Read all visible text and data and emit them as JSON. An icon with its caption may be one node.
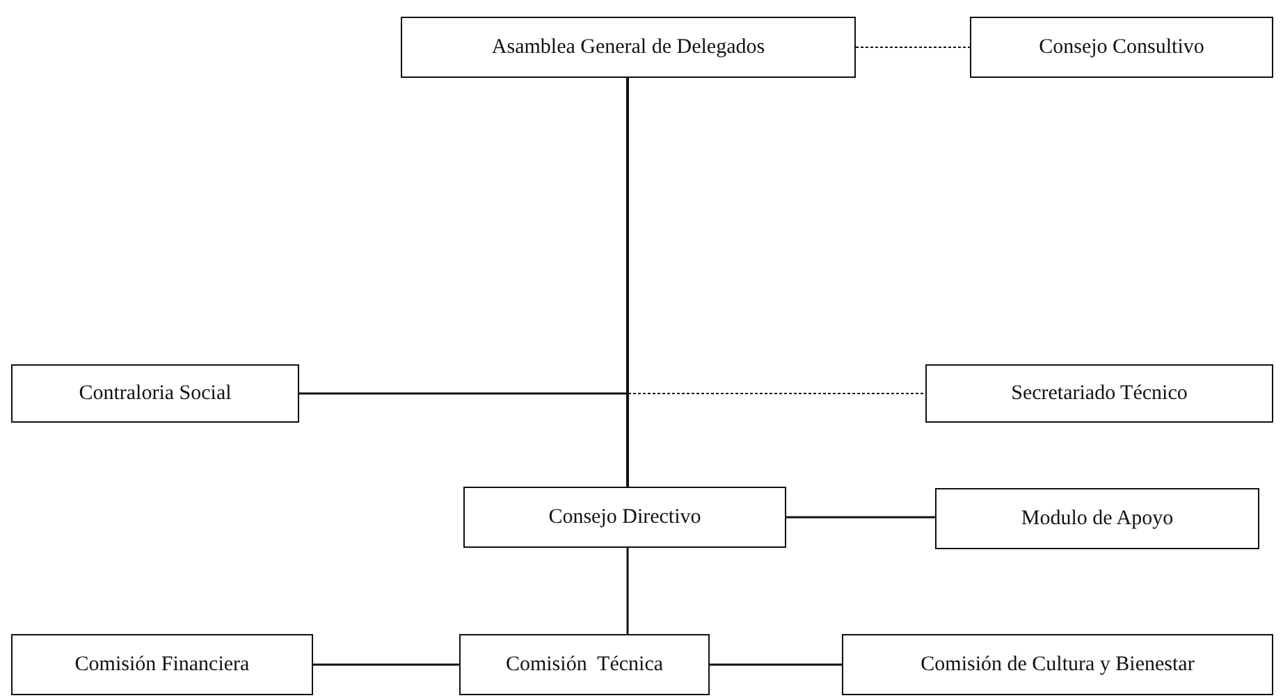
{
  "diagram": {
    "nodes": [
      {
        "text": [
          "Asamblea General de Delegados"
        ]
      },
      {
        "text": [
          "Consejo Consultivo"
        ]
      },
      {
        "text": [
          "Contraloria Social"
        ]
      },
      {
        "text": [
          "Secretariado Técnico"
        ]
      },
      {
        "text": [
          "Consejo Directivo"
        ]
      },
      {
        "text": [
          "Modulo de Apoyo"
        ]
      },
      {
        "text": [
          "Comisión Financiera"
        ]
      },
      {
        "text": [
          "Comisión  Técnica"
        ]
      },
      {
        "text": [
          "Comisión de Cultura y Bienestar"
        ]
      }
    ],
    "edges": [
      {
        "from": 0,
        "to": 1,
        "arrow": "none",
        "style": "dashed"
      },
      {
        "from": 0,
        "to": 4,
        "arrow": "none"
      },
      {
        "from": 0,
        "to": 2,
        "arrow": "none"
      },
      {
        "from": 0,
        "to": 3,
        "arrow": "none",
        "style": "dashed"
      },
      {
        "from": 4,
        "to": 5,
        "arrow": "none"
      },
      {
        "from": 4,
        "to": 7,
        "arrow": "none"
      },
      {
        "from": 7,
        "to": 6,
        "arrow": "none"
      },
      {
        "from": 7,
        "to": 8,
        "arrow": "none"
      }
    ]
  }
}
